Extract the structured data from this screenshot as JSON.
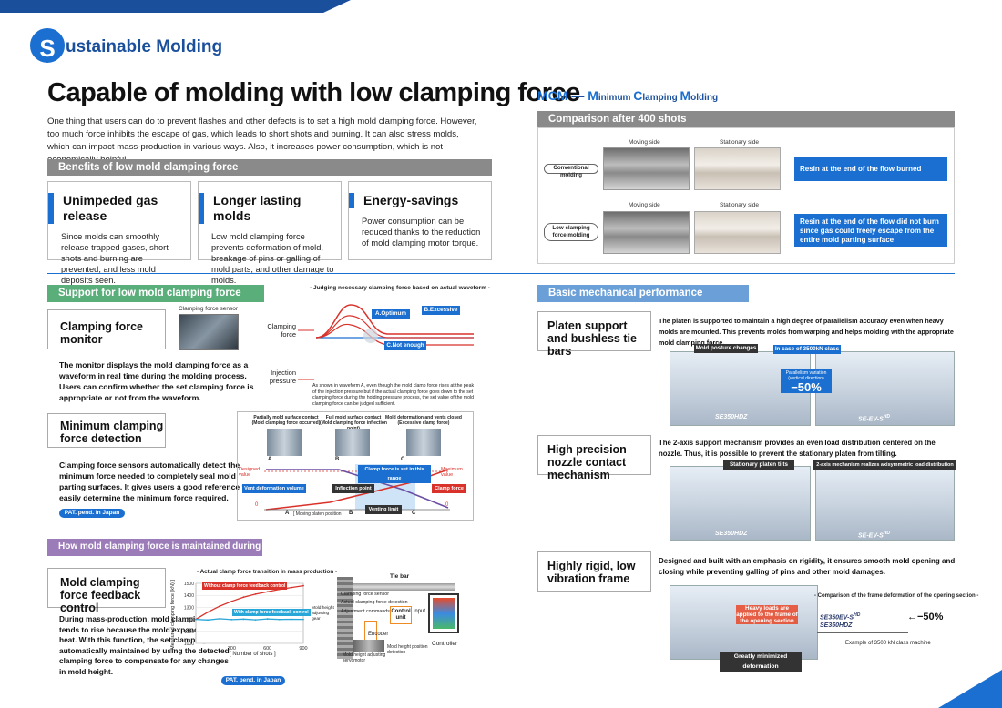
{
  "brand": {
    "s_letter": "S",
    "logo_rest": "ustainable Molding"
  },
  "title": "Capable of molding with low clamping force",
  "intro": "One thing that users can do to prevent flashes and other defects is to set a high mold clamping force. However, too much force inhibits the escape of gas, which leads to short shots and burning. It can also stress molds, which can impact mass-production in various ways. Also, it increases power consumption, which is not economically helpful.",
  "benefits": {
    "heading": "Benefits of low mold clamping force",
    "cards": [
      {
        "title": "Unimpeded gas release",
        "text": "Since molds can smoothly release trapped gases, short shots and burning are prevented, and less mold deposits seen."
      },
      {
        "title": "Longer lasting molds",
        "text": "Low mold clamping force prevents deformation of mold, breakage of pins or galling of mold parts, and other damage to molds."
      },
      {
        "title": "Energy-savings",
        "text": "Power consumption can be reduced thanks to the reduction of mold clamping motor torque."
      }
    ]
  },
  "mcm": {
    "abbr": "MCM",
    "dash": "―",
    "m1": "M",
    "r1": "inimum ",
    "m2": "C",
    "r2": "lamping ",
    "m3": "M",
    "r3": "olding",
    "comparison_heading": "Comparison after 400 shots",
    "moving_side": "Moving side",
    "stationary_side": "Stationary side",
    "row1_label": "Conventional molding",
    "row1_result": "Resin at the end of the flow burned",
    "row2_label": "Low clamping force molding",
    "row2_result": "Resin at the end of the flow did not burn since gas could freely escape from the entire mold parting surface"
  },
  "support": {
    "heading": "Support for low mold clamping force",
    "monitor_title": "Clamping force monitor",
    "sensor_label": "Clamping force sensor",
    "monitor_text": "The monitor displays the mold clamping force as a waveform in real time during the molding process. Users can confirm whether the set clamping force is appropriate or not from the waveform.",
    "waveform_title": "- Judging necessary clamping force based on actual waveform -",
    "wave_clamping": "Clamping force",
    "wave_injection": "Injection pressure",
    "tag_a": "A.Optimum",
    "tag_b": "B.Excessive",
    "tag_c": "C.Not enough",
    "waveform_note": "As shown in waveform A, even though the mold clamp force rises at the peak of the injection pressure but if the actual clamping force goes down to the set clamping force during the holding pressure process, the set value of the mold clamping force can be judged sufficient.",
    "min_title": "Minimum clamping force detection",
    "min_text": "Clamping force sensors automatically detect the minimum force needed to completely seal mold parting surfaces. It gives users a good reference to easily determine the minimum force required.",
    "patent": "PAT. pend. in Japan",
    "contact_partial": "Partially mold surface contact",
    "contact_partial_sub": "(Mold clamping force occurred)",
    "contact_full": "Full mold surface contact",
    "contact_full_sub": "(Mold clamping force inflection point)",
    "contact_deform": "Mold deformation and vents closed",
    "contact_deform_sub": "(Excessive clamp force)",
    "pt_a": "A",
    "pt_b": "B",
    "pt_c": "C",
    "designed_value": "Designed value",
    "maximum_value": "Maximum value",
    "clamp_set": "Clamp force is set in this range",
    "vent_volume": "Vent deformation volume",
    "inflection": "Inflection point",
    "clamp_force": "Clamp force",
    "venting_limit": "Venting limit",
    "zero": "0",
    "mold_position": "[ Moving platen position ]"
  },
  "maintain": {
    "heading": "How mold clamping force is maintained during production",
    "title": "Mold clamping force feedback control",
    "text": "During mass-production, mold clamping force tends to rise because the mold expands under heat. With this function, the set clamping force is automatically maintained by using the detected clamping force to compensate for any changes in mold height.",
    "chart_title": "- Actual clamp force transition in mass production -",
    "ylabel": "[ Measured clamping force (kN) ]",
    "xlabel": "[ Number of shots ]",
    "line1": "Without clamp force feedback control",
    "line2": "With clamp force feedback control",
    "patent": "PAT. pend. in Japan",
    "tie_bar": "Tie bar",
    "sensor": "Clamping force sensor",
    "detection": "Actual clamping force detection",
    "adjust": "Adjustment commands",
    "control": "Control unit",
    "input": "input",
    "mold_gear": "Mold height adjusting gear",
    "encoder": "Encoder",
    "position": "Mold height position detection",
    "servo": "Mold height adjusting servomotor",
    "controller": "Controller"
  },
  "chart_data": {
    "type": "line",
    "title": "- Actual clamp force transition in mass production -",
    "xlabel": "[ Number of shots ]",
    "ylabel": "[ Measured clamping force (kN) ]",
    "xlim": [
      0,
      900
    ],
    "ylim": [
      1000,
      1500
    ],
    "x_ticks": [
      300,
      600,
      900
    ],
    "y_ticks": [
      1000,
      1100,
      1200,
      1300,
      1400,
      1500
    ],
    "series": [
      {
        "name": "Without clamp force feedback control",
        "x": [
          0,
          100,
          200,
          300,
          400,
          500,
          600,
          700,
          800,
          900
        ],
        "values": [
          1200,
          1260,
          1310,
          1350,
          1385,
          1410,
          1430,
          1450,
          1465,
          1480
        ]
      },
      {
        "name": "With clamp force feedback control",
        "x": [
          0,
          100,
          200,
          300,
          400,
          500,
          600,
          700,
          800,
          900
        ],
        "values": [
          1200,
          1195,
          1205,
          1198,
          1202,
          1196,
          1204,
          1199,
          1201,
          1200
        ]
      }
    ]
  },
  "mech": {
    "heading": "Basic mechanical performance",
    "platen_title": "Platen support and bushless tie bars",
    "platen_text": "The platen is supported to maintain a high degree of parallelism accuracy even when heavy molds are mounted. This prevents molds from warping and helps molding with the appropriate mold clamping force.",
    "mold_posture": "Mold posture changes",
    "in_case": "In case of 3500kN class",
    "parallel": "Parallelism variation (vertical direction)",
    "minus50": "−50%",
    "m1": "SE350HDZ",
    "m2": "SE-EV-S",
    "m2_sup": "HD",
    "nozzle_title": "High precision nozzle contact mechanism",
    "nozzle_text": "The 2-axis support mechanism provides an even load distribution centered on the nozzle. Thus, it is possible to prevent the stationary platen from tilting.",
    "tilts": "Stationary platen tilts",
    "two_axis": "2-axis mechanism realizes axisymmetric load distribution",
    "rigid_title": "Highly rigid, low vibration frame",
    "rigid_text": "Designed and built with an emphasis on rigidity, it ensures smooth mold opening and closing while preventing galling of pins and other mold damages.",
    "frame_title": "- Comparison of the frame deformation of the opening section -",
    "heavy": "Heavy loads are applied to the frame of the opening section",
    "frame_m1": "SE350EV-S",
    "frame_m2": "SE350HDZ",
    "frame_minus": "−50%",
    "example": "Example of 3500 kN class machine",
    "minimized": "Greatly minimized deformation"
  }
}
